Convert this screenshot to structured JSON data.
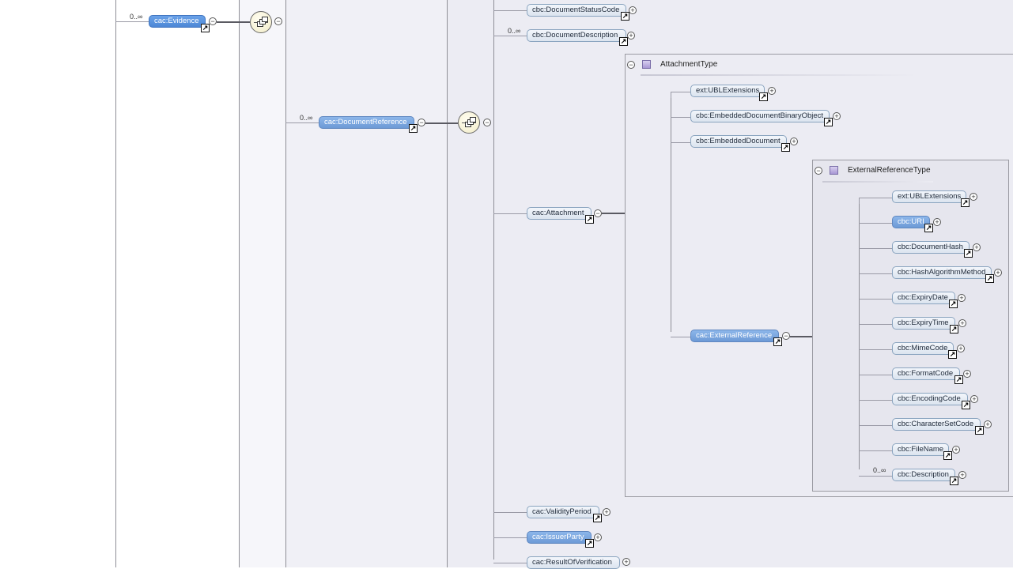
{
  "multiplicity": {
    "evidence": "0..∞",
    "document_description": "0..∞",
    "document_reference": "0..∞",
    "description": "0..∞"
  },
  "nodes": {
    "evidence": "cac:Evidence",
    "document_status_code": "cbc:DocumentStatusCode",
    "document_description": "cbc:DocumentDescription",
    "document_reference": "cac:DocumentReference",
    "attachment": "cac:Attachment",
    "validity_period": "cac:ValidityPeriod",
    "issuer_party": "cac:IssuerParty",
    "result_of_verification": "cac:ResultOfVerification"
  },
  "attachment_type": {
    "title": "AttachmentType",
    "children": {
      "ubl_extensions": "ext:UBLExtensions",
      "embedded_binary": "cbc:EmbeddedDocumentBinaryObject",
      "embedded_document": "cbc:EmbeddedDocument",
      "external_reference": "cac:ExternalReference"
    }
  },
  "external_reference_type": {
    "title": "ExternalReferenceType",
    "children": [
      "ext:UBLExtensions",
      "cbc:URI",
      "cbc:DocumentHash",
      "cbc:HashAlgorithmMethod",
      "cbc:ExpiryDate",
      "cbc:ExpiryTime",
      "cbc:MimeCode",
      "cbc:FormatCode",
      "cbc:EncodingCode",
      "cbc:CharacterSetCode",
      "cbc:FileName",
      "cbc:Description"
    ]
  },
  "icons": {
    "collapse": "⊖",
    "expand": "⊕",
    "reference": "↗",
    "sequence": "sequence-compositor"
  },
  "colors": {
    "panel": "#ececf3",
    "node_selected": "#6d9ad6",
    "node_default": "#dbe4ef",
    "compositor": "#f2ecc8",
    "type_icon": "#a897d4"
  }
}
